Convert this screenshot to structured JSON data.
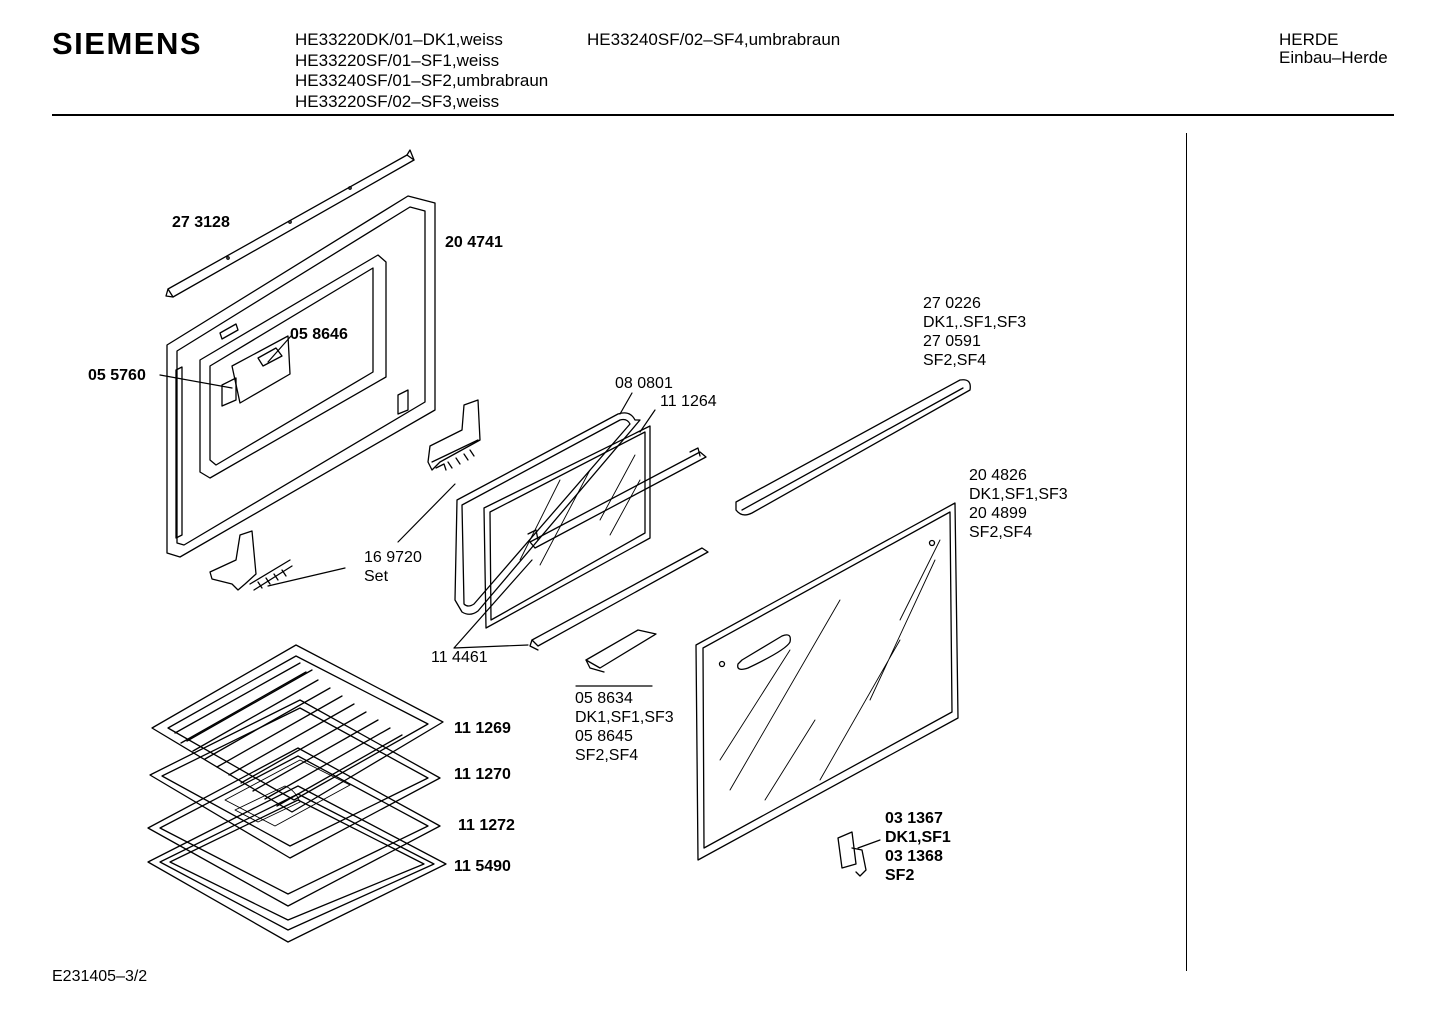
{
  "header": {
    "brand": "SIEMENS",
    "models_col1": [
      "HE33220DK/01–DK1,weiss",
      "HE33220SF/01–SF1,weiss",
      "HE33240SF/01–SF2,umbrabraun",
      "HE33220SF/02–SF3,weiss"
    ],
    "models_col2": [
      "HE33240SF/02–SF4,umbrabraun"
    ],
    "category": "HERDE",
    "subcategory": "Einbau–Herde"
  },
  "parts": {
    "p273128": "27 3128",
    "p204741": "20 4741",
    "p058646": "05 8646",
    "p055760": "05 5760",
    "p080801": "08 0801",
    "p111264": "11 1264",
    "p169720": "16 9720",
    "p169720_note": "Set",
    "p114461": "11 4461",
    "p270226": [
      "27 0226",
      "DK1,.SF1,SF3",
      "27 0591",
      "SF2,SF4"
    ],
    "p204826": [
      "20 4826",
      "DK1,SF1,SF3",
      "20 4899",
      "SF2,SF4"
    ],
    "p058634": [
      "05 8634",
      "DK1,SF1,SF3",
      "05 8645",
      "SF2,SF4"
    ],
    "p111269": "11 1269",
    "p111270": "11 1270",
    "p111272": "11 1272",
    "p115490": "11 5490",
    "p031367": [
      "03 1367",
      "DK1,SF1",
      "03 1368",
      "SF2"
    ]
  },
  "footer": {
    "drawing_number": "E231405–3/2"
  }
}
